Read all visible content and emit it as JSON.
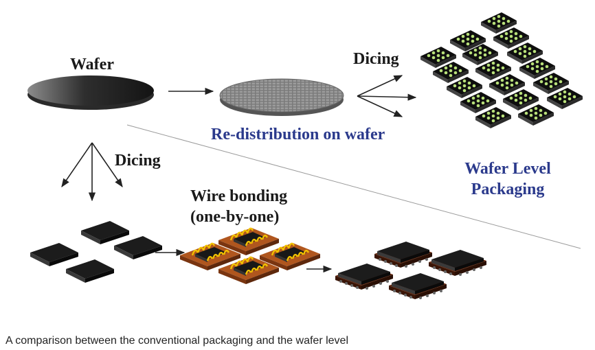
{
  "diagram": {
    "labels": {
      "wafer": "Wafer",
      "dicing_top": "Dicing",
      "redistribution": "Re-distribution on wafer",
      "wafer_level_packaging_line1": "Wafer Level",
      "wafer_level_packaging_line2": "Packaging",
      "dicing_left": "Dicing",
      "wire_bonding_line1": "Wire bonding",
      "wire_bonding_line2": "(one-by-one)"
    },
    "colors": {
      "label_black": "#1a1a1a",
      "label_blue": "#2b3a8c",
      "wafer_dark": "#3a3a3a",
      "wafer_gray": "#8a8a8a",
      "die": "#1c1c1c",
      "substrate": "#b0561e",
      "bond_wire": "#f2c200",
      "solder_ball": "#b8e07a"
    }
  },
  "caption": "A comparison between the conventional packaging and the wafer level"
}
